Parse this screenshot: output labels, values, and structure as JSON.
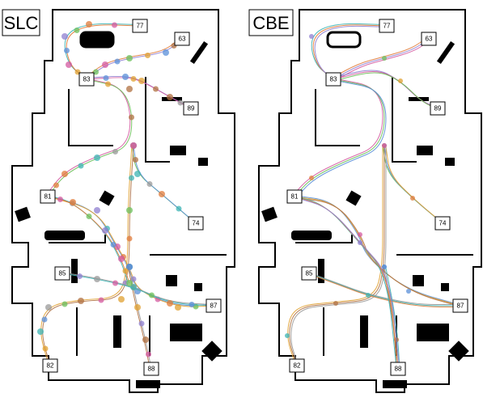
{
  "panels": [
    {
      "title": "SLC",
      "nodes": [
        {
          "label": "77"
        },
        {
          "label": "63"
        },
        {
          "label": "83"
        },
        {
          "label": "89"
        },
        {
          "label": "81"
        },
        {
          "label": "74"
        },
        {
          "label": "85"
        },
        {
          "label": "87"
        },
        {
          "label": "82"
        },
        {
          "label": "88"
        }
      ]
    },
    {
      "title": "CBE",
      "nodes": [
        {
          "label": "77"
        },
        {
          "label": "63"
        },
        {
          "label": "83"
        },
        {
          "label": "89"
        },
        {
          "label": "81"
        },
        {
          "label": "74"
        },
        {
          "label": "85"
        },
        {
          "label": "87"
        },
        {
          "label": "82"
        },
        {
          "label": "88"
        }
      ]
    }
  ],
  "palette": [
    "#3cb4b4",
    "#e07b39",
    "#8f7fd0",
    "#d45aa0",
    "#6bbf59",
    "#5a8fd8",
    "#e0a030",
    "#b07040",
    "#9a9a9a"
  ]
}
